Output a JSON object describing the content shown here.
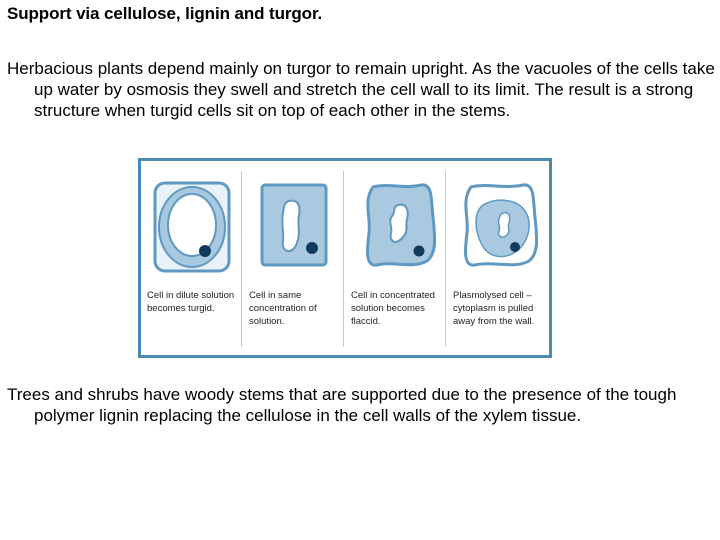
{
  "title": "Support via cellulose, lignin and turgor.",
  "paragraphs": {
    "p1": "Herbacious plants depend mainly on turgor to remain upright. As the vacuoles of the cells take up water by osmosis they swell and stretch the cell wall to its limit. The result is a strong structure when turgid cells sit on top of each other in the stems.",
    "p2": "Trees and shrubs have woody stems that are supported due to the presence of the tough polymer lignin replacing the cellulose in the cell walls of the xylem tissue."
  },
  "figure": {
    "captions": [
      "Cell in dilute solution becomes turgid.",
      "Cell in same concentration of solution.",
      "Cell in concentrated solution becomes flaccid.",
      "Plasmolysed cell – cytoplasm is pulled away from the wall."
    ],
    "colors": {
      "border": "#4a8ab2",
      "cytoplasm": "#a9c9e0",
      "cell_wall": "#5f98c0",
      "nucleus": "#123a5c",
      "background": "#e9f2f8"
    }
  }
}
